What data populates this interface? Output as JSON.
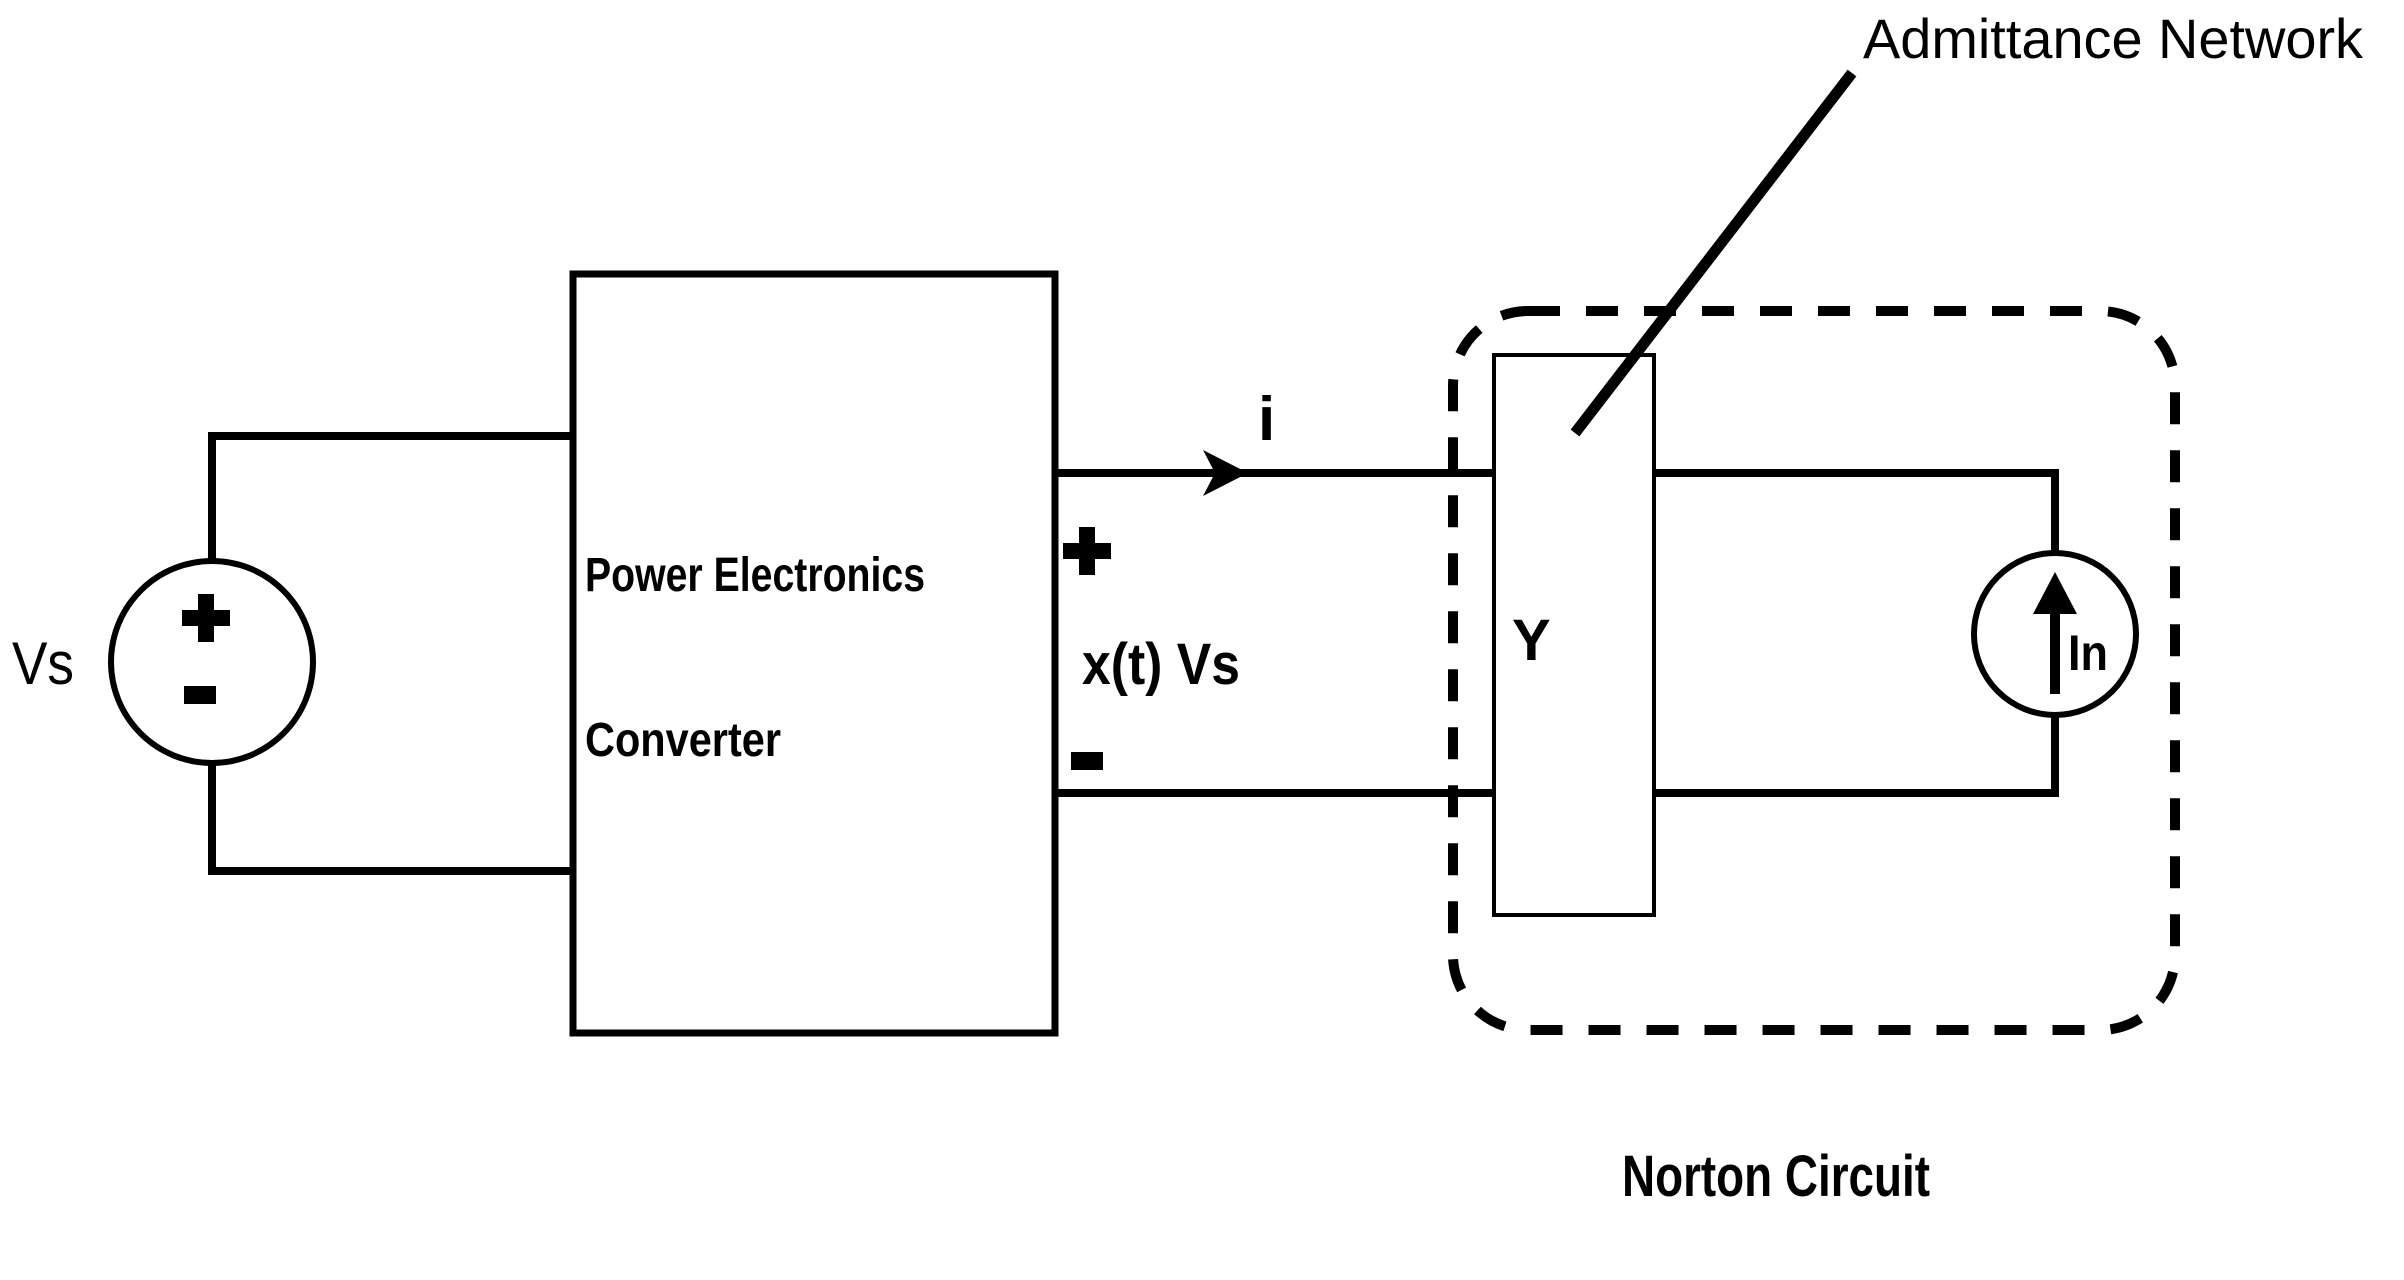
{
  "diagram": {
    "colors": {
      "ink": "#000000",
      "background": "#ffffff"
    },
    "annotation": {
      "label": "Admittance Network"
    },
    "caption": {
      "label": "Norton Circuit"
    },
    "voltage_source": {
      "label": "Vs",
      "plus": "+",
      "minus": "-"
    },
    "converter": {
      "line1": "Power Electronics",
      "line2": "Converter"
    },
    "output_port": {
      "current_label": "i",
      "plus": "+",
      "voltage_label": "x(t) Vs",
      "minus": "-"
    },
    "norton": {
      "admittance_label": "Y",
      "current_source_label": "In"
    }
  }
}
